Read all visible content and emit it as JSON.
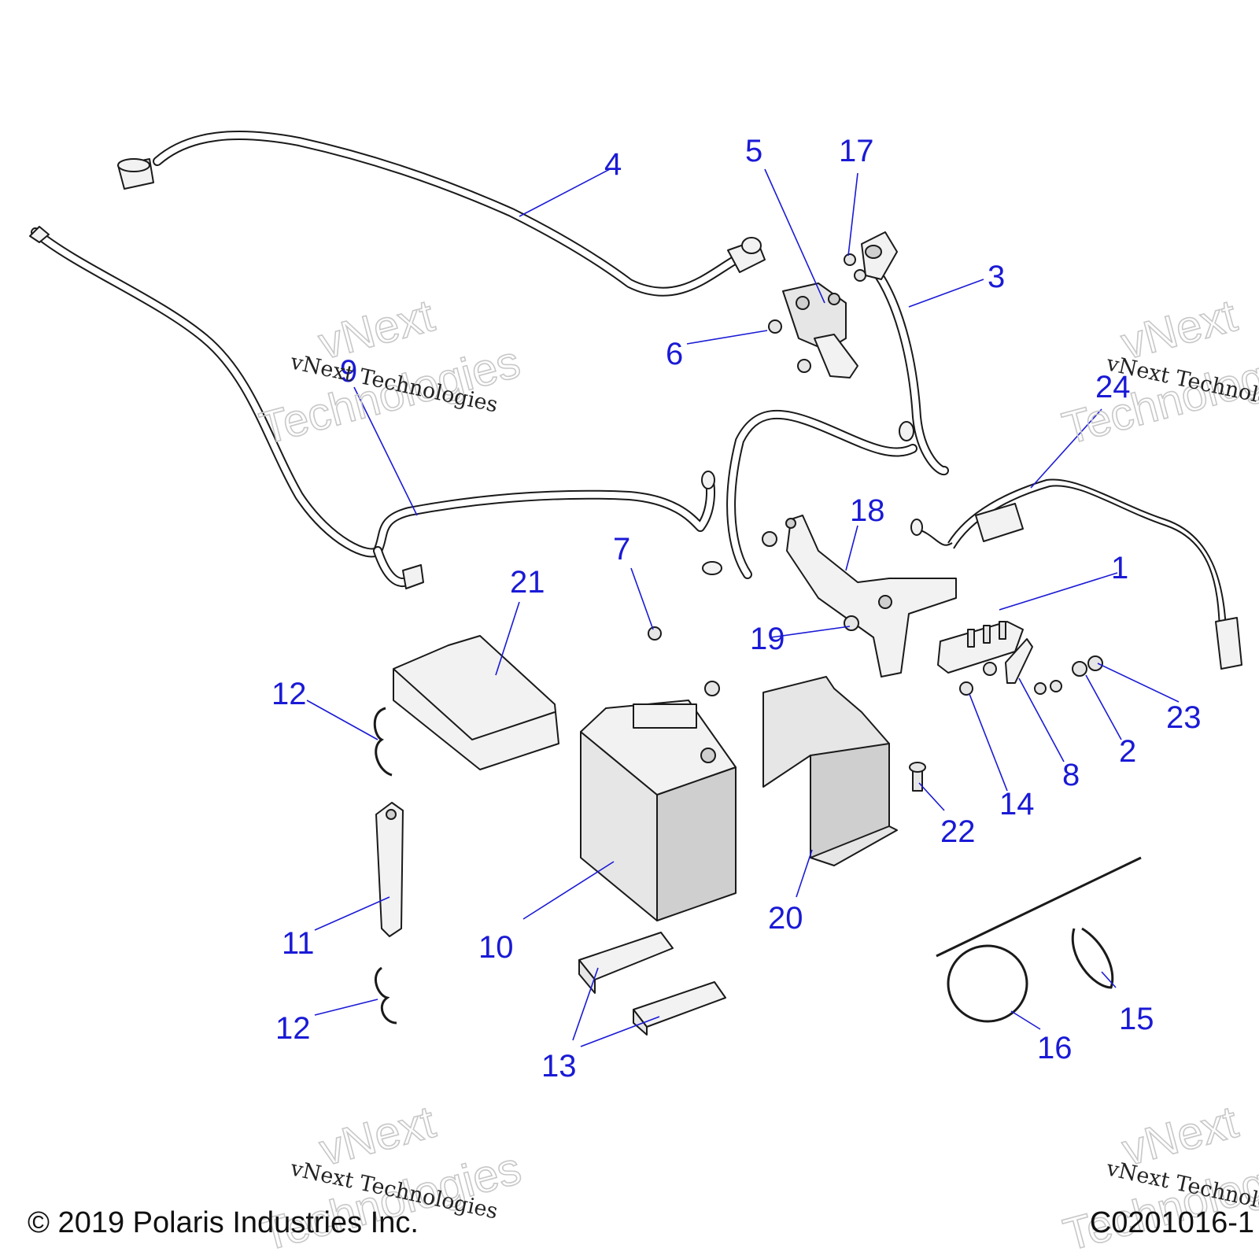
{
  "diagram": {
    "callouts": [
      {
        "label": "1"
      },
      {
        "label": "2"
      },
      {
        "label": "3"
      },
      {
        "label": "4"
      },
      {
        "label": "5"
      },
      {
        "label": "6"
      },
      {
        "label": "7"
      },
      {
        "label": "8"
      },
      {
        "label": "9"
      },
      {
        "label": "10"
      },
      {
        "label": "11"
      },
      {
        "label": "12"
      },
      {
        "label": "12"
      },
      {
        "label": "13"
      },
      {
        "label": "14"
      },
      {
        "label": "15"
      },
      {
        "label": "16"
      },
      {
        "label": "17"
      },
      {
        "label": "18"
      },
      {
        "label": "19"
      },
      {
        "label": "20"
      },
      {
        "label": "21"
      },
      {
        "label": "22"
      },
      {
        "label": "23"
      },
      {
        "label": "24"
      }
    ]
  },
  "watermark": {
    "brand_line1": "vNext",
    "brand_line2": "Technologies",
    "caption": "vNext Technologies"
  },
  "footer": {
    "copyright": "© 2019 Polaris Industries Inc.",
    "drawing_number": "C0201016-1"
  }
}
